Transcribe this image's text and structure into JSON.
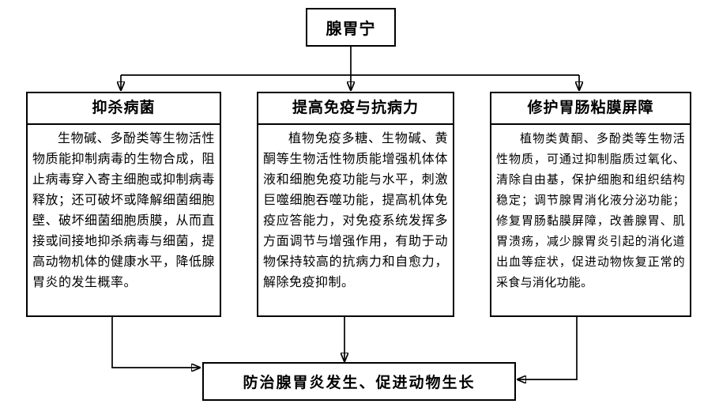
{
  "diagram": {
    "root": {
      "label": "腺胃宁"
    },
    "branches": [
      {
        "title": "抑杀病菌",
        "body": "生物碱、多酚类等生物活性物质能抑制病毒的生物合成，阻止病毒穿入寄主细胞或抑制病毒释放；还可破坏或降解细菌细胞壁、破坏细菌细胞质膜，从而直接或间接地抑杀病毒与细菌，提高动物机体的健康水平，降低腺胃炎的发生概率。"
      },
      {
        "title": "提高免疫与抗病力",
        "body": "植物免疫多糖、生物碱、黄酮等生物活性物质能增强机体体液和细胞免疫功能与水平，刺激巨噬细胞吞噬功能，提高机体免疫应答能力，对免疫系统发挥多方面调节与增强作用，有助于动物保持较高的抗病力和自愈力，解除免疫抑制。"
      },
      {
        "title": "修护胃肠粘膜屏障",
        "body": "植物类黄酮、多酚类等生物活性物质，可通过抑制脂质过氧化、清除自由基，保护细胞和组织结构稳定；调节腺胃消化液分泌功能；修复胃肠黏膜屏障，改善腺胃、肌胃溃疡，减少腺胃炎引起的消化道出血等症状，促进动物恢复正常的采食与消化功能。"
      }
    ],
    "outcome": {
      "label": "防治腺胃炎发生、促进动物生长"
    },
    "colors": {
      "line": "#000000",
      "text": "#000000",
      "background": "#ffffff"
    }
  }
}
